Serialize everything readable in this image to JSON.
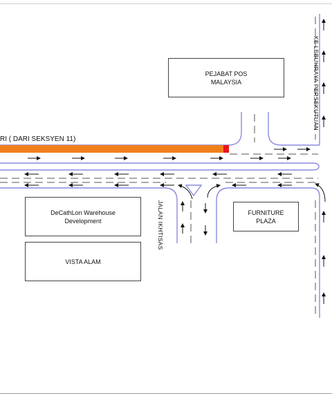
{
  "labels": {
    "route_name": "RI ( DARI SEKSYEN 11)",
    "pos_office_line1": "PEJABAT POS",
    "pos_office_line2": "MALAYSIA",
    "decathlon_line1": "DeCathLon Warehouse",
    "decathlon_line2": "Development",
    "vista_alam": "VISTA ALAM",
    "furniture_line1": "FURNITURE",
    "furniture_line2": "PLAZA",
    "jalan_ikhtisas": "JALAN IKHTISAS",
    "highway": "KE LEBUHRAYA PERSEKUTUAN"
  },
  "colors": {
    "route_highlight": "#f07f1c",
    "route_end_marker": "#e8141a",
    "road_edge": "#8a8ae0",
    "building_border": "#444444"
  }
}
